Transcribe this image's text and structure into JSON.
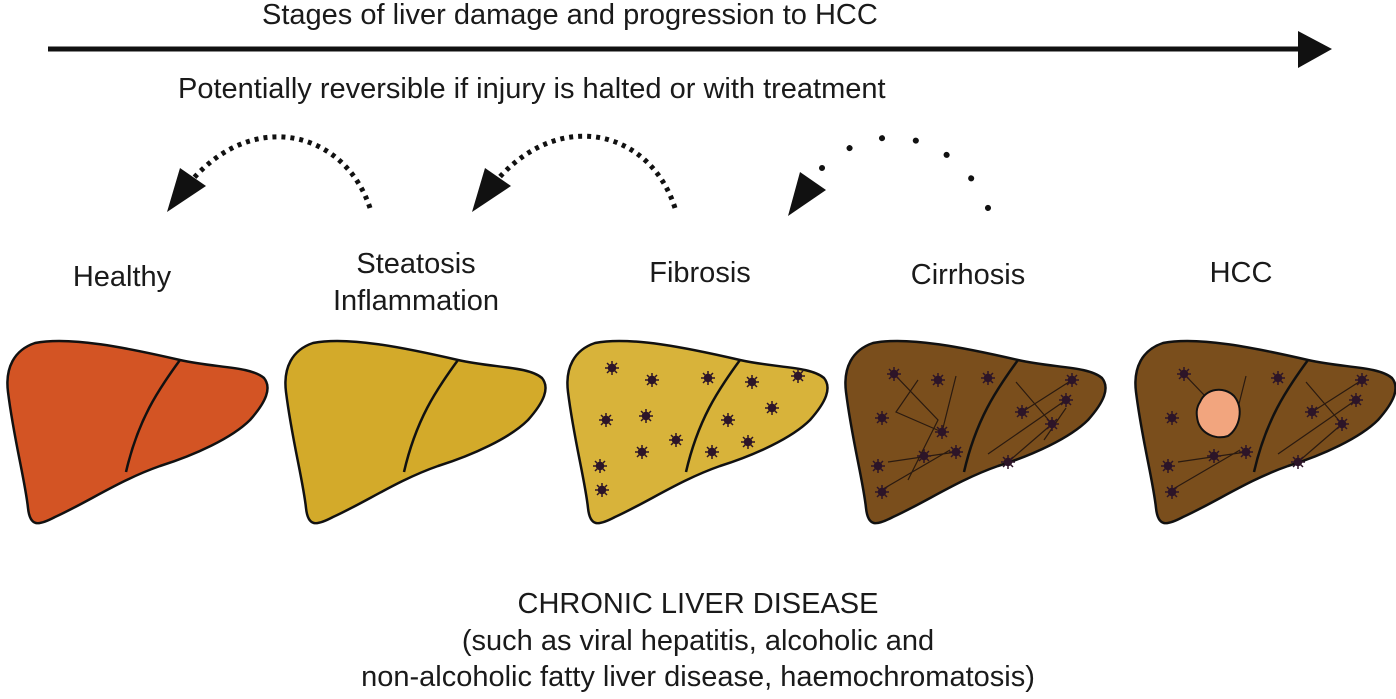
{
  "diagram": {
    "title": "Stages of liver damage and progression to HCC",
    "reversible_note": "Potentially reversible if injury is halted or with treatment",
    "stages": [
      {
        "lines": [
          "Healthy"
        ],
        "fill": "#d35424"
      },
      {
        "lines": [
          "Steatosis",
          "Inflammation"
        ],
        "fill": "#d3aa2a"
      },
      {
        "lines": [
          "Fibrosis"
        ],
        "fill": "#d8b33a"
      },
      {
        "lines": [
          "Cirrhosis"
        ],
        "fill": "#7a4e1c"
      },
      {
        "lines": [
          "HCC"
        ],
        "fill": "#7a4e1c"
      }
    ],
    "tumor_color": "#f2a57e",
    "footer": {
      "heading": "CHRONIC LIVER DISEASE",
      "line2": "(such as viral hepatitis, alcoholic and",
      "line3": "non-alcoholic fatty liver disease, haemochromatosis)"
    }
  }
}
